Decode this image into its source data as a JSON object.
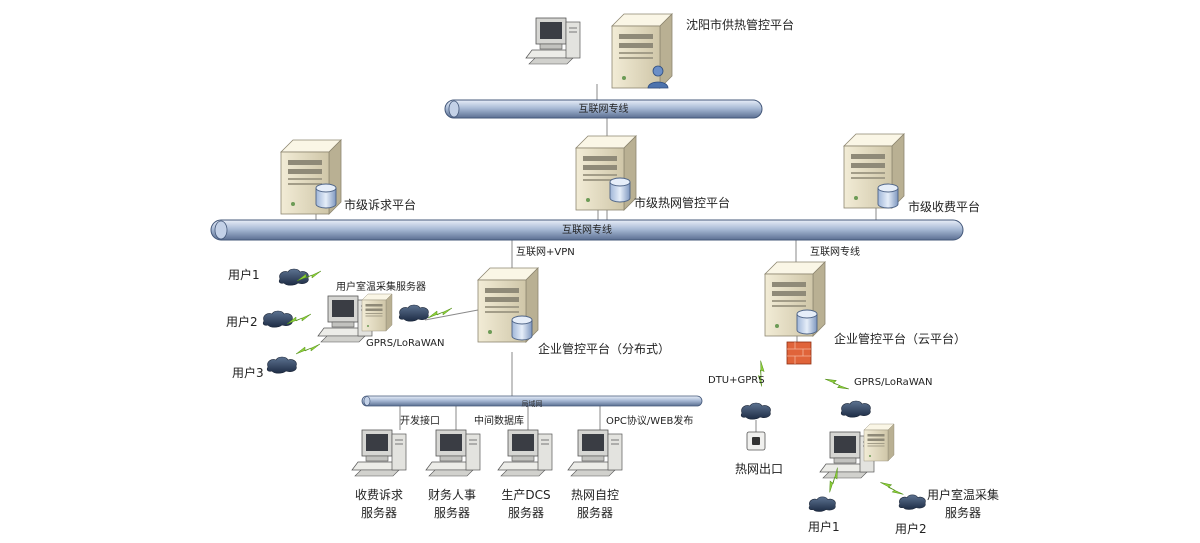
{
  "top": {
    "platform": "沈阳市供热管控平台",
    "backbone": "互联网专线"
  },
  "city": {
    "backbone": "互联网专线",
    "complaint": "市级诉求平台",
    "heatnet": "市级热网管控平台",
    "billing": "市级收费平台"
  },
  "left": {
    "link": "互联网+VPN",
    "platform": "企业管控平台（分布式）",
    "collector": "用户室温采集服务器",
    "gprs": "GPRS/LoRaWAN",
    "user1": "用户1",
    "user2": "用户2",
    "user3": "用户3",
    "lan": "局域网",
    "api": "开发接口",
    "middb": "中间数据库",
    "opc": "OPC协议/WEB发布",
    "s1a": "收费诉求",
    "s1b": "服务器",
    "s2a": "财务人事",
    "s2b": "服务器",
    "s3a": "生产DCS",
    "s3b": "服务器",
    "s4a": "热网自控",
    "s4b": "服务器"
  },
  "right": {
    "link": "互联网专线",
    "platform": "企业管控平台（云平台）",
    "dtu": "DTU+GPRS",
    "gprs": "GPRS/LoRaWAN",
    "outlet": "热网出口",
    "collectorA": "用户室温采集",
    "collectorB": "服务器",
    "user1": "用户1",
    "user2": "用户2"
  }
}
